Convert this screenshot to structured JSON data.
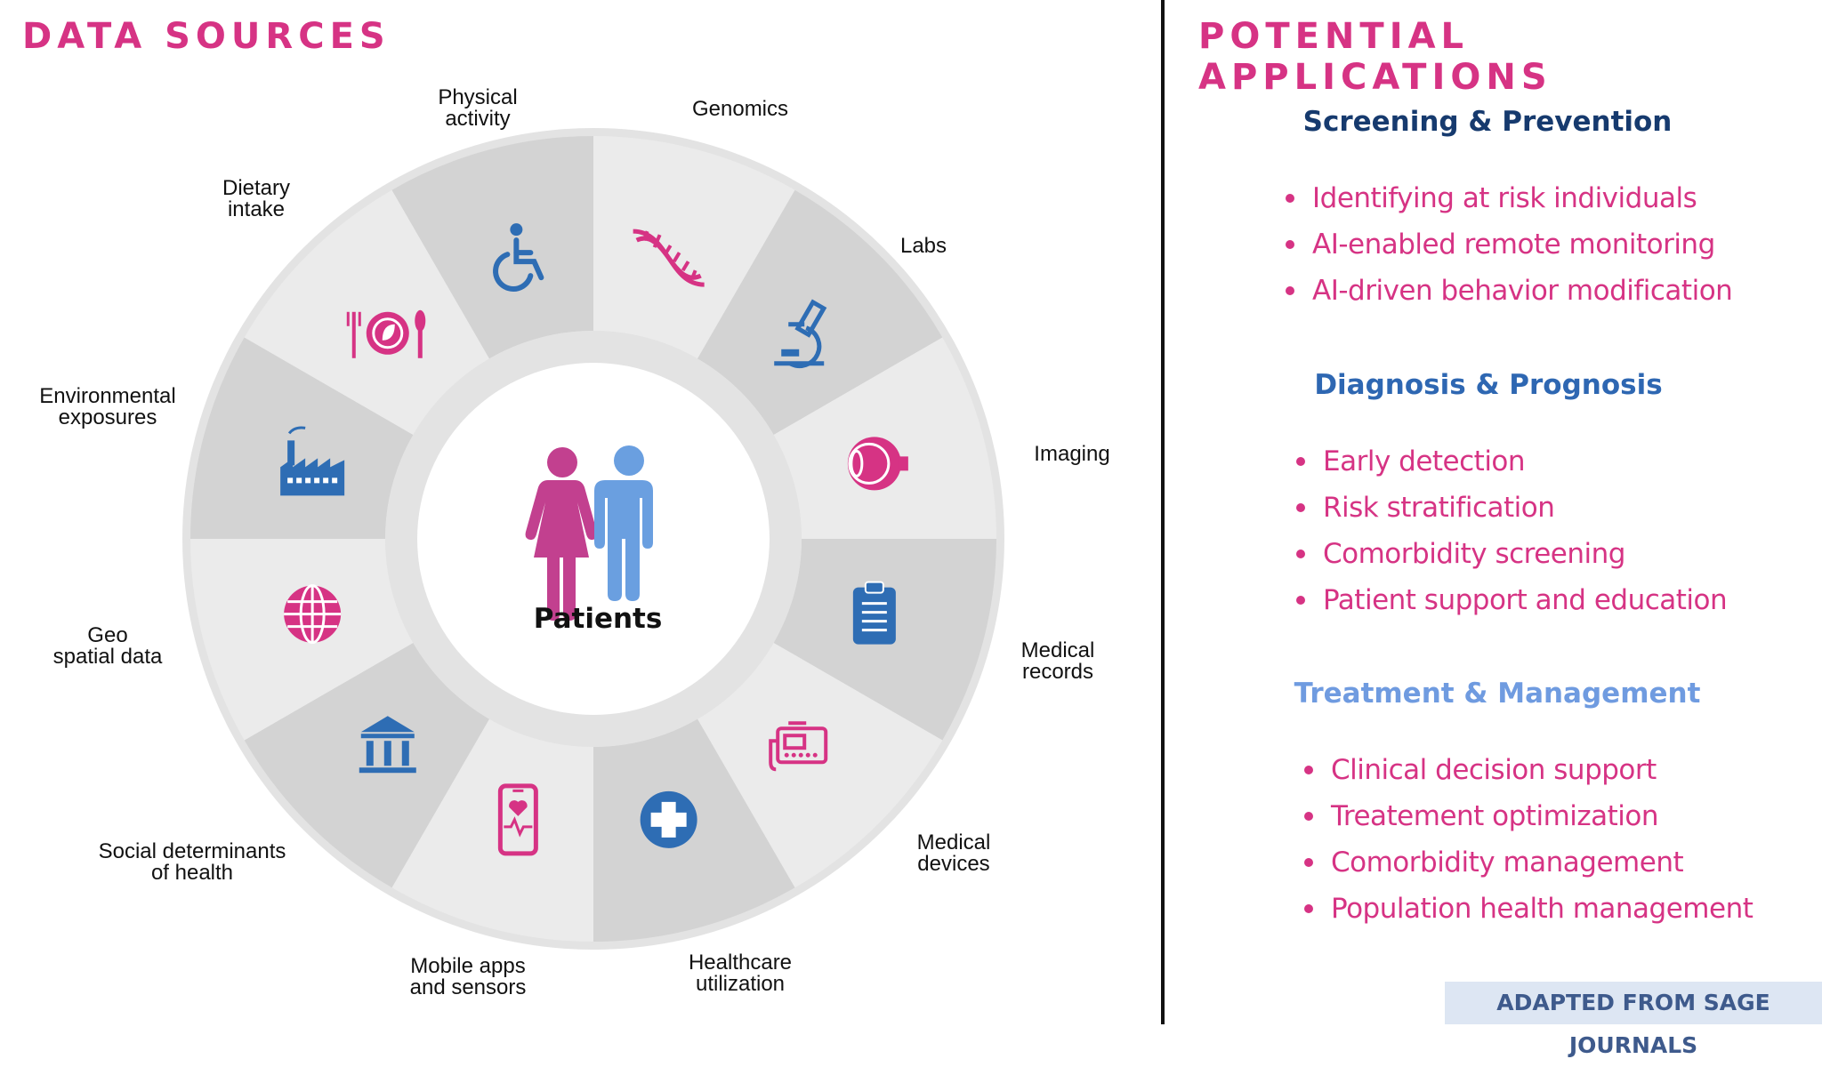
{
  "left_title": "DATA SOURCES",
  "right_title": "POTENTIAL APPLICATIONS",
  "center_label": "Patients",
  "colors": {
    "accent_pink": "#d63384",
    "icon_blue": "#2e6db4",
    "figure_pink": "#c2408f",
    "figure_blue": "#6a9fe0",
    "segment_dark": "#d3d3d3",
    "segment_light": "#ebebeb",
    "ring": "#e3e3e3",
    "heading_navy": "#163a6e",
    "heading_blue": "#2e67b2",
    "heading_light": "#6f9be0"
  },
  "sources": [
    {
      "label": "Genomics",
      "icon": "dna-icon"
    },
    {
      "label": "Labs",
      "icon": "microscope-icon"
    },
    {
      "label": "Imaging",
      "icon": "eye-icon"
    },
    {
      "label": "Medical\nrecords",
      "icon": "clipboard-icon"
    },
    {
      "label": "Medical\ndevices",
      "icon": "medical-device-icon"
    },
    {
      "label": "Healthcare\nutilization",
      "icon": "medical-cross-icon"
    },
    {
      "label": "Mobile apps\nand sensors",
      "icon": "smartphone-heart-icon"
    },
    {
      "label": "Social determinants\nof health",
      "icon": "institution-icon"
    },
    {
      "label": "Geo\nspatial data",
      "icon": "globe-icon"
    },
    {
      "label": "Environmental\nexposures",
      "icon": "factory-icon"
    },
    {
      "label": "Dietary\nintake",
      "icon": "plate-cutlery-icon"
    },
    {
      "label": "Physical\nactivity",
      "icon": "wheelchair-icon"
    }
  ],
  "applications": [
    {
      "heading": "Screening & Prevention",
      "items": [
        "Identifying at risk individuals",
        "AI-enabled remote monitoring",
        "AI-driven behavior modification"
      ]
    },
    {
      "heading": "Diagnosis & Prognosis",
      "items": [
        "Early detection",
        "Risk stratification",
        "Comorbidity screening",
        "Patient support and education"
      ]
    },
    {
      "heading": "Treatment & Management",
      "items": [
        "Clinical decision support",
        "Treatement optimization",
        "Comorbidity management",
        "Population health management"
      ]
    }
  ],
  "attribution": "ADAPTED FROM SAGE JOURNALS"
}
